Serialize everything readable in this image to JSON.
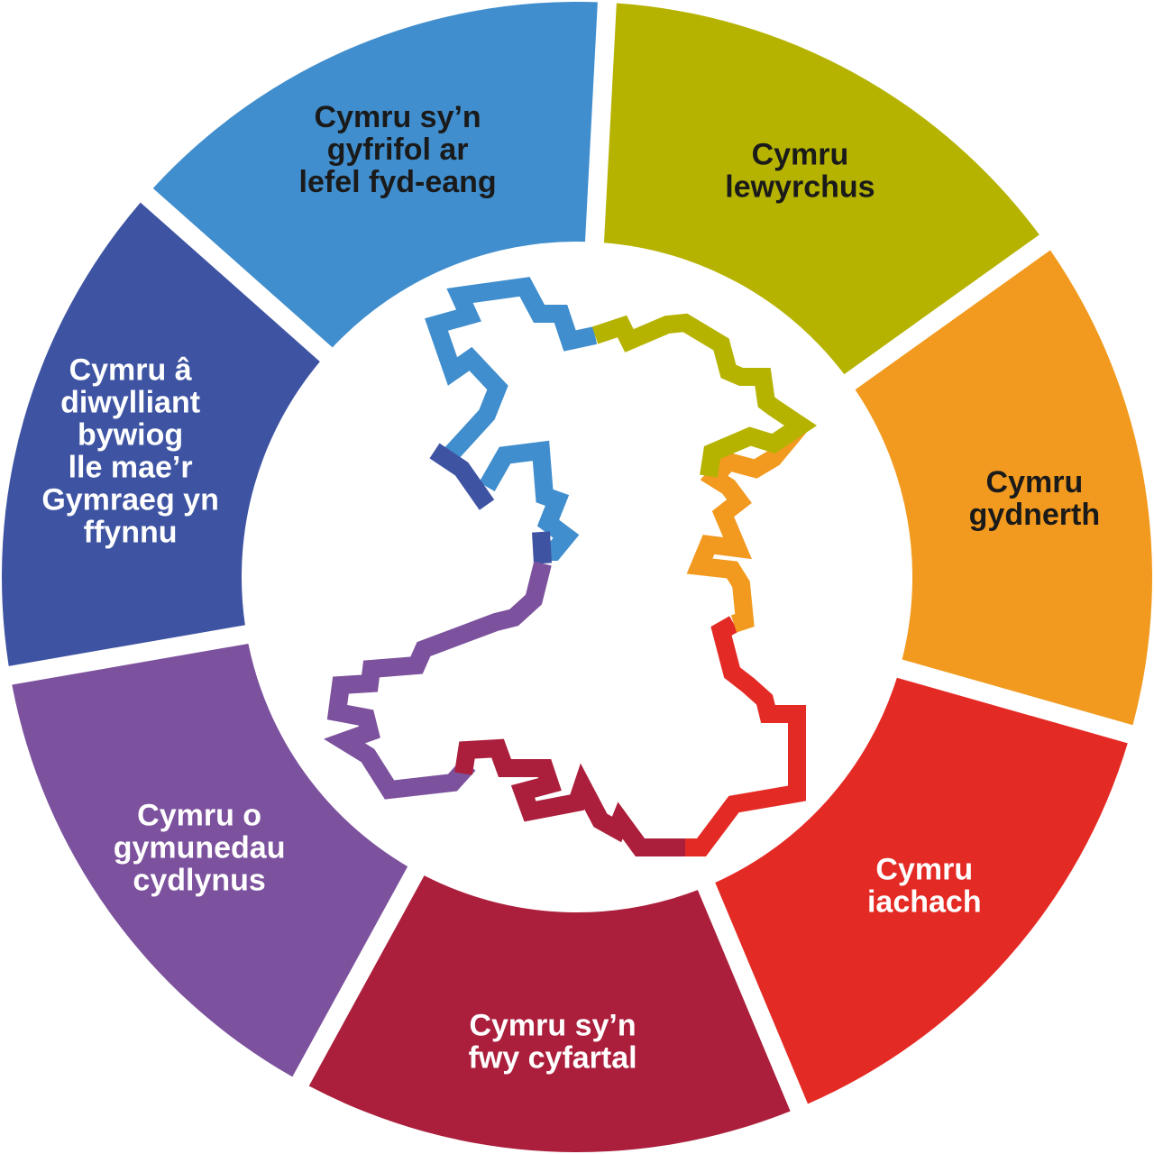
{
  "diagram": {
    "segments": [
      {
        "id": "prosperous",
        "lines": [
          "Cymru",
          "lewyrchus"
        ],
        "color": "#b5b300",
        "text_color": "#1a1a1a"
      },
      {
        "id": "resilient",
        "lines": [
          "Cymru",
          "gydnerth"
        ],
        "color": "#f29a1f",
        "text_color": "#1a1a1a"
      },
      {
        "id": "healthier",
        "lines": [
          "Cymru",
          "iachach"
        ],
        "color": "#e42a24",
        "text_color": "#ffffff"
      },
      {
        "id": "more-equal",
        "lines": [
          "Cymru sy’n",
          "fwy cyfartal"
        ],
        "color": "#ab1f3c",
        "text_color": "#ffffff"
      },
      {
        "id": "cohesive",
        "lines": [
          "Cymru o",
          "gymunedau",
          "cydlynus"
        ],
        "color": "#7c519d",
        "text_color": "#ffffff"
      },
      {
        "id": "culture",
        "lines": [
          "Cymru â",
          "diwylliant",
          "bywiog",
          "lle mae’r",
          "Gymraeg yn",
          "ffynnu"
        ],
        "color": "#3e54a3",
        "text_color": "#ffffff"
      },
      {
        "id": "global",
        "lines": [
          "Cymru sy’n",
          "gyfrifol ar",
          "lefel fyd-eang"
        ],
        "color": "#408ecd",
        "text_color": "#1a1a1a"
      }
    ],
    "background_color": "#ffffff"
  }
}
